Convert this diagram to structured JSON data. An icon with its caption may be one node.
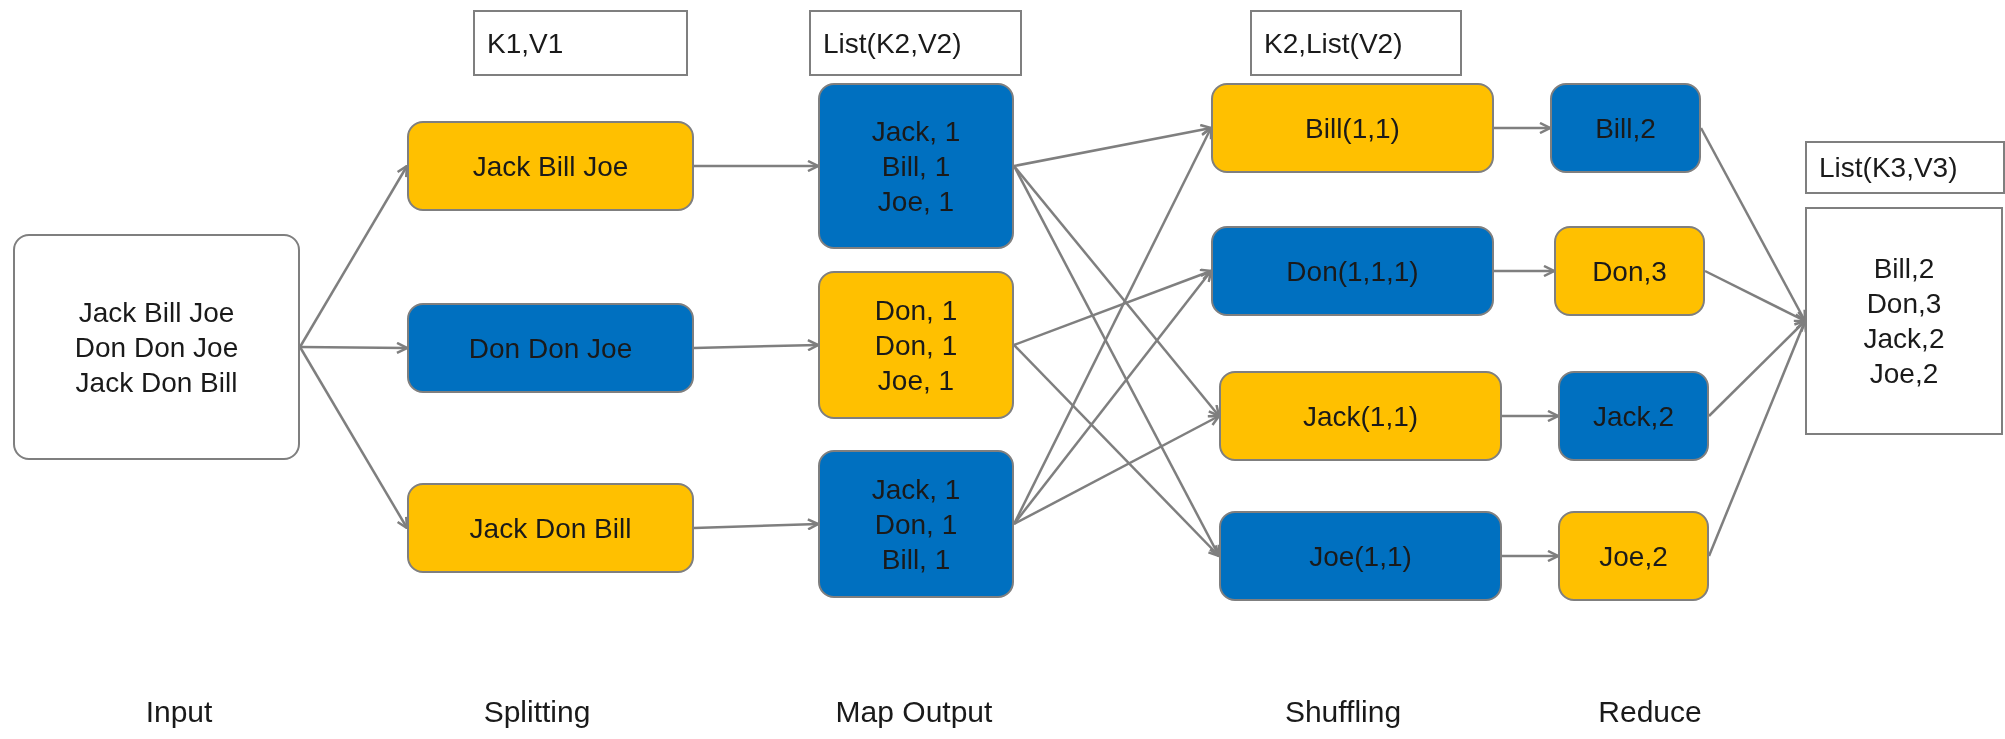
{
  "diagram": {
    "nodes": [
      {
        "text": [
          "K1,V1"
        ]
      },
      {
        "text": [
          "List(K2,V2)"
        ]
      },
      {
        "text": [
          "K2,List(V2)"
        ]
      },
      {
        "text": [
          "Jack Bill Joe",
          "Don Don Joe",
          "Jack Don Bill"
        ]
      },
      {
        "text": [
          "Jack Bill Joe"
        ]
      },
      {
        "text": [
          "Don Don Joe"
        ]
      },
      {
        "text": [
          "Jack Don Bill"
        ]
      },
      {
        "text": [
          "Jack, 1",
          "Bill, 1",
          "Joe, 1"
        ]
      },
      {
        "text": [
          "Don, 1",
          "Don, 1",
          "Joe, 1"
        ]
      },
      {
        "text": [
          "Jack, 1",
          "Don, 1",
          "Bill, 1"
        ]
      },
      {
        "text": [
          "Bill(1,1)"
        ]
      },
      {
        "text": [
          "Don(1,1,1)"
        ]
      },
      {
        "text": [
          "Jack(1,1)"
        ]
      },
      {
        "text": [
          "Joe(1,1)"
        ]
      },
      {
        "text": [
          "Bill,2"
        ]
      },
      {
        "text": [
          "Don,3"
        ]
      },
      {
        "text": [
          "Jack,2"
        ]
      },
      {
        "text": [
          "Joe,2"
        ]
      },
      {
        "text": [
          "List(K3,V3)"
        ]
      },
      {
        "text": [
          "Bill,2",
          "Don,3",
          "Jack,2",
          "Joe,2"
        ]
      }
    ],
    "edges": [
      {
        "from": 3,
        "to": 4,
        "arrow": "to"
      },
      {
        "from": 3,
        "to": 5,
        "arrow": "to"
      },
      {
        "from": 3,
        "to": 6,
        "arrow": "to"
      },
      {
        "from": 4,
        "to": 7,
        "arrow": "to"
      },
      {
        "from": 5,
        "to": 8,
        "arrow": "to"
      },
      {
        "from": 6,
        "to": 9,
        "arrow": "to"
      },
      {
        "from": 7,
        "to": 10,
        "arrow": "to"
      },
      {
        "from": 7,
        "to": 12,
        "arrow": "to"
      },
      {
        "from": 7,
        "to": 13,
        "arrow": "to"
      },
      {
        "from": 8,
        "to": 11,
        "arrow": "to"
      },
      {
        "from": 8,
        "to": 13,
        "arrow": "to"
      },
      {
        "from": 9,
        "to": 10,
        "arrow": "to"
      },
      {
        "from": 9,
        "to": 11,
        "arrow": "to"
      },
      {
        "from": 9,
        "to": 12,
        "arrow": "to"
      },
      {
        "from": 10,
        "to": 14,
        "arrow": "to"
      },
      {
        "from": 11,
        "to": 15,
        "arrow": "to"
      },
      {
        "from": 12,
        "to": 16,
        "arrow": "to"
      },
      {
        "from": 13,
        "to": 17,
        "arrow": "to"
      },
      {
        "from": 14,
        "to": 19,
        "arrow": "to"
      },
      {
        "from": 15,
        "to": 19,
        "arrow": "to"
      },
      {
        "from": 16,
        "to": 19,
        "arrow": "to"
      },
      {
        "from": 17,
        "to": 19,
        "arrow": "to"
      }
    ],
    "labels": [
      "Input",
      "Splitting",
      "Map Output",
      "Shuffling",
      "Reduce"
    ]
  }
}
